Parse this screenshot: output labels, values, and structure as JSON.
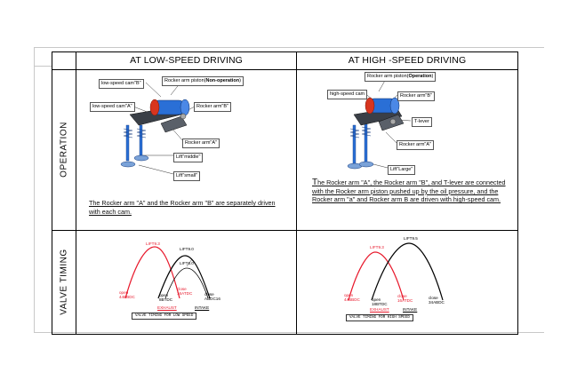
{
  "table": {
    "header_low": "AT LOW-SPEED DRIVING",
    "header_high": "AT HIGH -SPEED DRIVING",
    "row_operation": "OPERATION",
    "row_timing": "VALVE TIMING"
  },
  "low_speed": {
    "callouts": {
      "low_cam_b": "low-speed cam\"B\"",
      "piston_prefix": "Rocker arm piston(",
      "piston_bold": "Non-operation",
      "piston_suffix": ")",
      "low_cam_a": "low-speed cam\"A\"",
      "rocker_b": "Rocker arm\"B\"",
      "rocker_a": "Rocker arm\"A\"",
      "lift_middle": "Lift\"middle\"",
      "lift_small": "Lift\"small\""
    },
    "description": "The Rocker arm \"A\" and the Rocker arm \"B\" are separately driven with each cam.",
    "timing": {
      "lift_exhaust": "LIFT9.3",
      "lift_intake_1": "LIFT9.0",
      "lift_intake_2": "LIFT6.0",
      "exh_open": "open",
      "exh_open_deg": "44BBDC",
      "exh_close": "close",
      "exh_close_deg": "16ATDC",
      "int_open": "open",
      "int_open_deg": "8BTDC",
      "int_close": "close",
      "int_close_deg": "ABDC16",
      "exhaust": "EXHAUST",
      "intake": "INTAKE",
      "caption": "VALVE TIMING FOR LOW SPEED"
    }
  },
  "high_speed": {
    "callouts": {
      "piston_prefix": "Rocker arm piston(",
      "piston_bold": "Operation",
      "piston_suffix": ")",
      "high_cam": "high-speed cam",
      "rocker_b": "Rocker arm\"B\"",
      "t_lever": "T-lever",
      "rocker_a": "Rocker arm\"A\"",
      "lift_large": "Lift\"Large\""
    },
    "description_first": "T",
    "description_rest": "he Rocker arm \"A\", the Rocker arm \"B\", and T-lever are connected with the Rocker arm piston pushed up by the oil pressure, and the Rocker arm \"a\" and Rocker arm B are driven with high-speed cam.",
    "timing": {
      "lift_exhaust": "LIFT9.3",
      "lift_intake": "LIFT9.5",
      "exh_open": "open",
      "exh_open_deg": "44BBDC",
      "exh_close": "close",
      "exh_close_deg": "16ATDC",
      "int_open": "open",
      "int_open_deg": "18BTDC",
      "int_close": "close",
      "int_close_deg": "34ABDC",
      "exhaust": "EXHAUST",
      "intake": "INTAKE",
      "caption": "VALVE TIMING FOR HIGH SPEED"
    }
  },
  "colors": {
    "exhaust_curve": "#e8192c",
    "intake_curve": "#000000",
    "cam_blue": "#2a6fd6",
    "cam_red": "#d8351f"
  }
}
